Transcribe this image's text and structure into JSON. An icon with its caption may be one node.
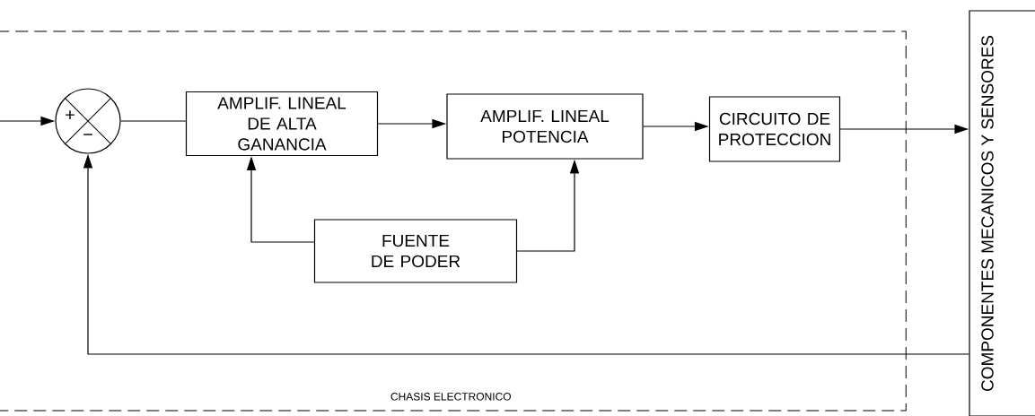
{
  "diagram": {
    "nodes": [
      {
        "text": [
          "CHASIS ELECTRONICO"
        ]
      },
      {
        "text": [
          "+",
          "−"
        ],
        "in": 0
      },
      {
        "text": [
          "AMPLIF. LINEAL DE ALTA GANANCIA"
        ],
        "in": 0
      },
      {
        "text": [
          "AMPLIF. LINEAL POTENCIA"
        ],
        "in": 0
      },
      {
        "text": [
          "CIRCUITO DE PROTECCION"
        ],
        "in": 0
      },
      {
        "text": [
          "FUENTE DE PODER"
        ],
        "in": 0
      },
      {
        "text": [
          "COMPONENTES MECANICOS Y SENSORES"
        ]
      }
    ],
    "edges": [
      {
        "from": null,
        "to": 1,
        "arrow": "to"
      },
      {
        "from": 1,
        "to": 2,
        "arrow": "none"
      },
      {
        "from": 2,
        "to": 3,
        "arrow": "to"
      },
      {
        "from": 3,
        "to": 4,
        "arrow": "to"
      },
      {
        "from": 4,
        "to": 6,
        "arrow": "to"
      },
      {
        "from": 5,
        "to": 2,
        "arrow": "to"
      },
      {
        "from": 5,
        "to": 3,
        "arrow": "to"
      },
      {
        "from": 6,
        "to": 1,
        "arrow": "to"
      }
    ]
  }
}
